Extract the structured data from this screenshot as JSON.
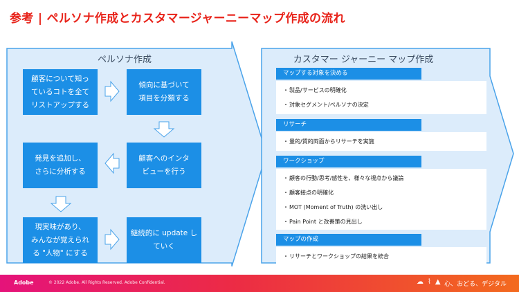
{
  "title": "参考 | ペルソナ作成とカスタマージャーニーマップ作成の流れ",
  "left_panel": {
    "title": "ペルソナ作成",
    "steps": [
      {
        "lines": [
          "顧客について知っ",
          "ているコトを全て",
          "リストアップする"
        ]
      },
      {
        "lines": [
          "傾向に基づいて",
          "項目を分類する"
        ]
      },
      {
        "lines": [
          "顧客へのインタ",
          "ビューを行う"
        ]
      },
      {
        "lines": [
          "発見を追加し、",
          "さらに分析する"
        ]
      },
      {
        "lines": [
          "現実味があり、",
          "みんなが覚えられ",
          "る \"人物\" にする"
        ]
      },
      {
        "lines": [
          "継続的に update し",
          "ていく"
        ]
      }
    ]
  },
  "right_panel": {
    "title": "カスタマー ジャーニー マップ作成",
    "sections": [
      {
        "header": "マップする対象を決める",
        "bullets": [
          "製品/サービスの明確化",
          "対象セグメント/ペルソナの決定"
        ]
      },
      {
        "header": "リサーチ",
        "bullets": [
          "量的/質的両面からリサーチを実施"
        ]
      },
      {
        "header": "ワークショップ",
        "bullets": [
          "顧客の行動/思考/感性を、様々な視点から議論",
          "顧客接点の明確化",
          "MOT (Moment of Truth) の洗い出し",
          "Pain Point と改善策の見出し"
        ]
      },
      {
        "header": "マップの作成",
        "bullets": [
          "リサーチとワークショップの結果を統合"
        ]
      }
    ]
  },
  "footer": {
    "logo": "Adobe",
    "copyright": "© 2022 Adobe. All Rights Reserved. Adobe Confidential.",
    "tagline": "心、おどる、デジタル",
    "icons": [
      "creative-cloud-icon",
      "acrobat-icon",
      "adobe-logo-icon"
    ]
  },
  "colors": {
    "title": "#e8231a",
    "box_blue": "#1c8fe6",
    "panel_fill": "#dcecfb",
    "panel_border": "#4aa3ea"
  }
}
